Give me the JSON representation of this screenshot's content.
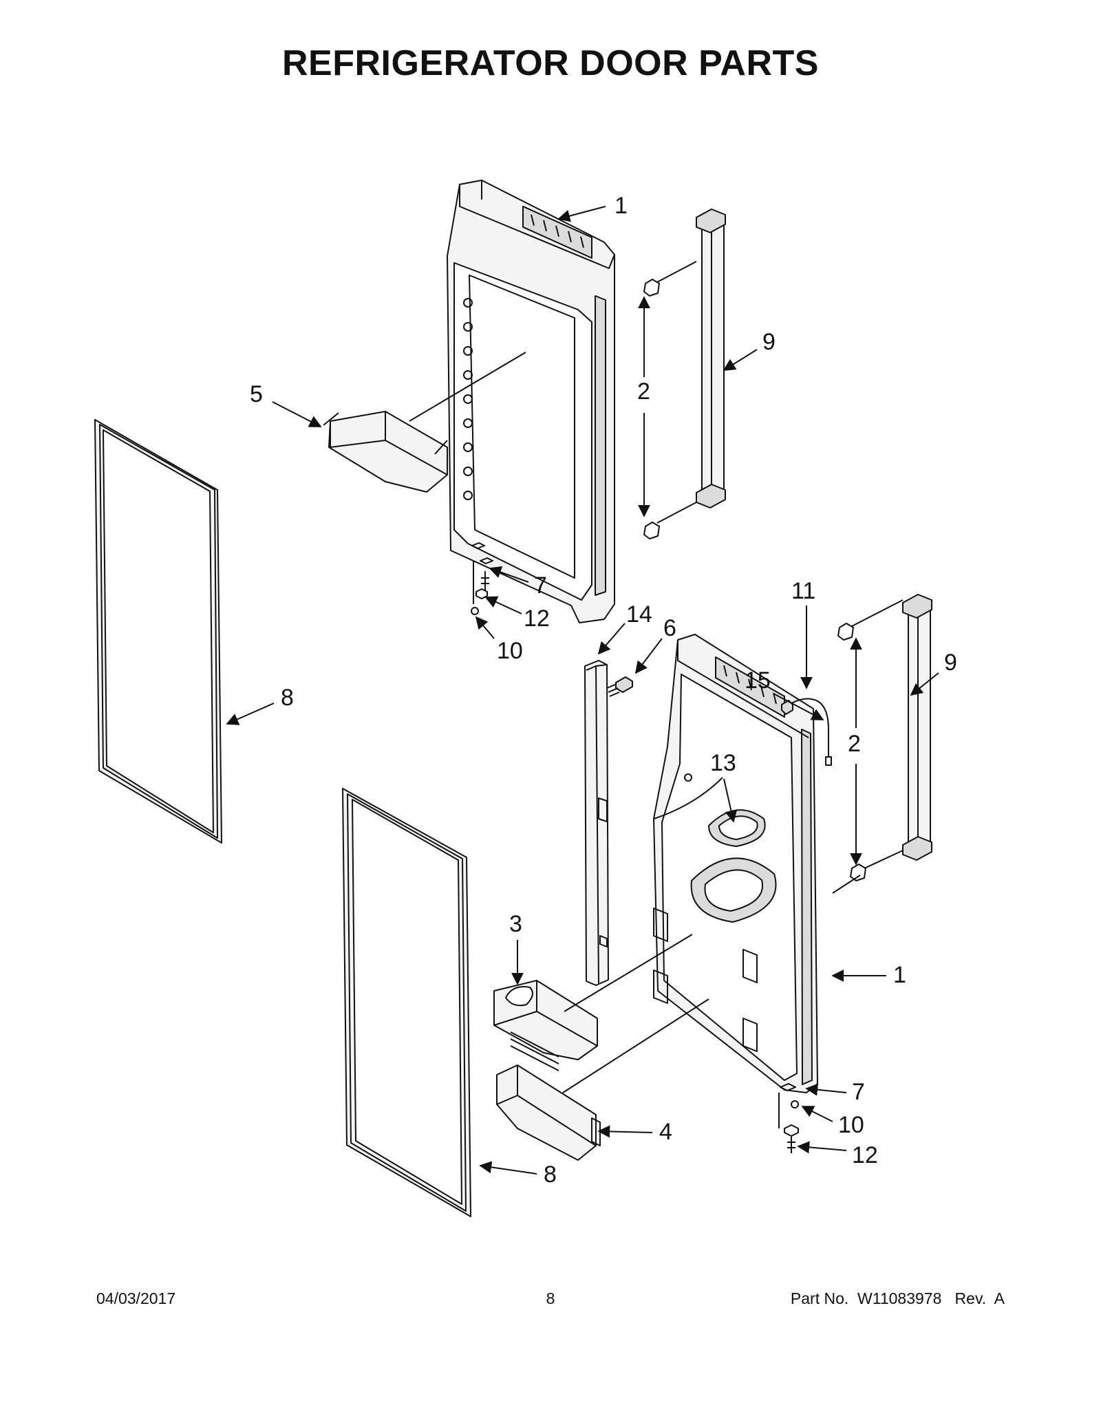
{
  "title": "REFRIGERATOR DOOR PARTS",
  "callouts": [
    {
      "id": "c1a",
      "label": "1"
    },
    {
      "id": "c9a",
      "label": "9"
    },
    {
      "id": "c2a",
      "label": "2"
    },
    {
      "id": "c5",
      "label": "5"
    },
    {
      "id": "c7a",
      "label": "7"
    },
    {
      "id": "c12a",
      "label": "12"
    },
    {
      "id": "c10a",
      "label": "10"
    },
    {
      "id": "c8a",
      "label": "8"
    },
    {
      "id": "c14",
      "label": "14"
    },
    {
      "id": "c6",
      "label": "6"
    },
    {
      "id": "c11",
      "label": "11"
    },
    {
      "id": "c15",
      "label": "15"
    },
    {
      "id": "c9b",
      "label": "9"
    },
    {
      "id": "c2b",
      "label": "2"
    },
    {
      "id": "c13",
      "label": "13"
    },
    {
      "id": "c3",
      "label": "3"
    },
    {
      "id": "c1b",
      "label": "1"
    },
    {
      "id": "c7b",
      "label": "7"
    },
    {
      "id": "c10b",
      "label": "10"
    },
    {
      "id": "c4",
      "label": "4"
    },
    {
      "id": "c12b",
      "label": "12"
    },
    {
      "id": "c8b",
      "label": "8"
    }
  ],
  "footer": {
    "date": "04/03/2017",
    "page": "8",
    "part_info": "Part No.  W11083978   Rev.  A"
  },
  "colors": {
    "line": "#111111",
    "part_fill": "#f4f4f4",
    "part_shade": "#dcdcdc"
  }
}
